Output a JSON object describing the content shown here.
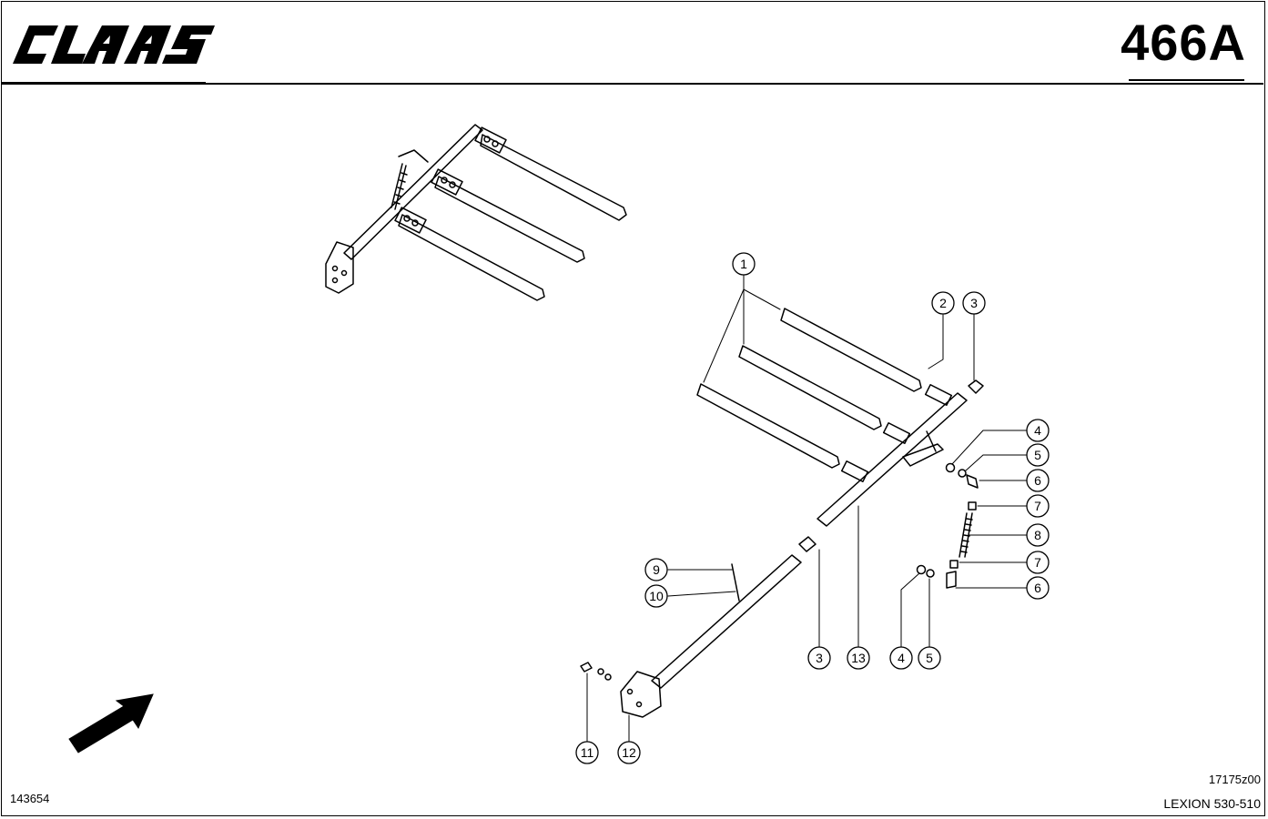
{
  "header": {
    "brand": "CLAAS",
    "page_number": "466A"
  },
  "footer": {
    "document_number": "143654",
    "drawing_code": "17175z00",
    "model": "LEXION 530-510"
  },
  "callouts": [
    "1",
    "2",
    "3",
    "4",
    "5",
    "6",
    "7",
    "8",
    "7",
    "6",
    "9",
    "10",
    "3",
    "13",
    "4",
    "5",
    "11",
    "12"
  ],
  "colors": {
    "line": "#000000",
    "background": "#ffffff"
  },
  "icons": [
    "claas-logo",
    "direction-arrow-icon"
  ]
}
